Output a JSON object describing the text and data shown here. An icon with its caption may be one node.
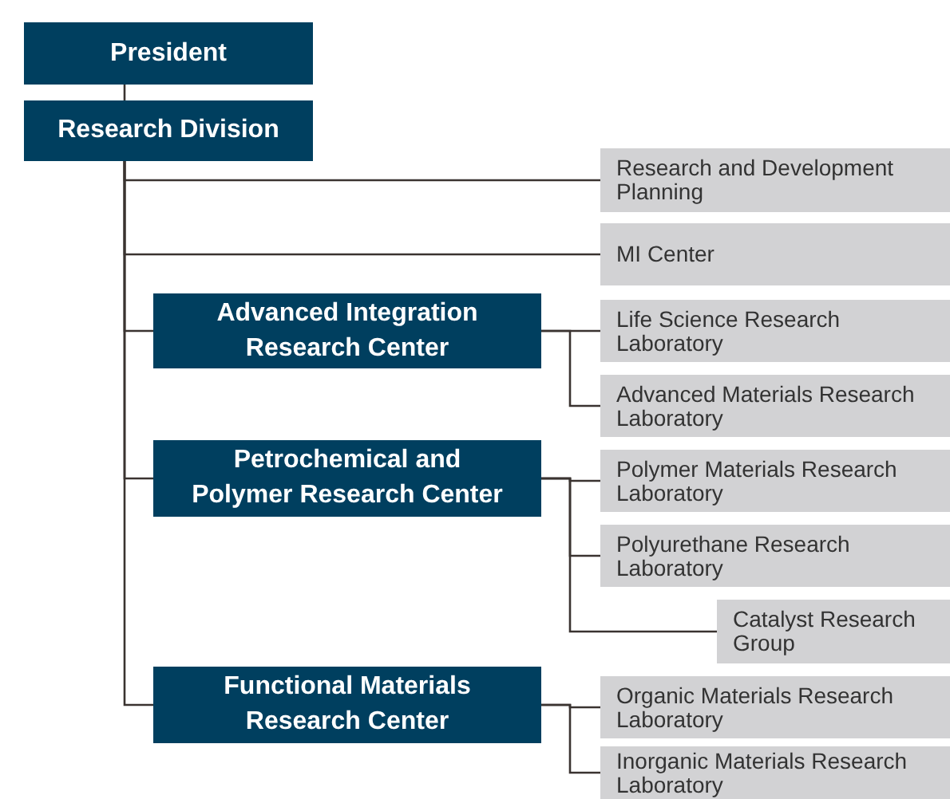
{
  "diagram": {
    "nodes": [
      {
        "text": [
          "President"
        ]
      },
      {
        "text": [
          "Research Division"
        ]
      },
      {
        "text": [
          "Research and Development Planning"
        ]
      },
      {
        "text": [
          "MI Center"
        ]
      },
      {
        "text": [
          "Advanced Integration Research Center"
        ]
      },
      {
        "text": [
          "Life Science Research Laboratory"
        ]
      },
      {
        "text": [
          "Advanced Materials Research Laboratory"
        ]
      },
      {
        "text": [
          "Petrochemical and Polymer Research Center"
        ]
      },
      {
        "text": [
          "Polymer Materials Research Laboratory"
        ]
      },
      {
        "text": [
          "Polyurethane Research Laboratory"
        ]
      },
      {
        "text": [
          "Catalyst Research Group"
        ]
      },
      {
        "text": [
          "Functional Materials Research Center"
        ]
      },
      {
        "text": [
          "Organic Materials Research Laboratory"
        ]
      },
      {
        "text": [
          "Inorganic Materials Research Laboratory"
        ]
      }
    ],
    "edges": [
      {
        "from": 0,
        "to": 1,
        "arrow": "none"
      },
      {
        "from": 1,
        "to": 2,
        "arrow": "none"
      },
      {
        "from": 1,
        "to": 3,
        "arrow": "none"
      },
      {
        "from": 1,
        "to": 4,
        "arrow": "none"
      },
      {
        "from": 1,
        "to": 7,
        "arrow": "none"
      },
      {
        "from": 1,
        "to": 11,
        "arrow": "none"
      },
      {
        "from": 4,
        "to": 5,
        "arrow": "none"
      },
      {
        "from": 4,
        "to": 6,
        "arrow": "none"
      },
      {
        "from": 7,
        "to": 8,
        "arrow": "none"
      },
      {
        "from": 7,
        "to": 9,
        "arrow": "none"
      },
      {
        "from": 7,
        "to": 10,
        "arrow": "none"
      },
      {
        "from": 11,
        "to": 12,
        "arrow": "none"
      },
      {
        "from": 11,
        "to": 13,
        "arrow": "none"
      }
    ]
  }
}
